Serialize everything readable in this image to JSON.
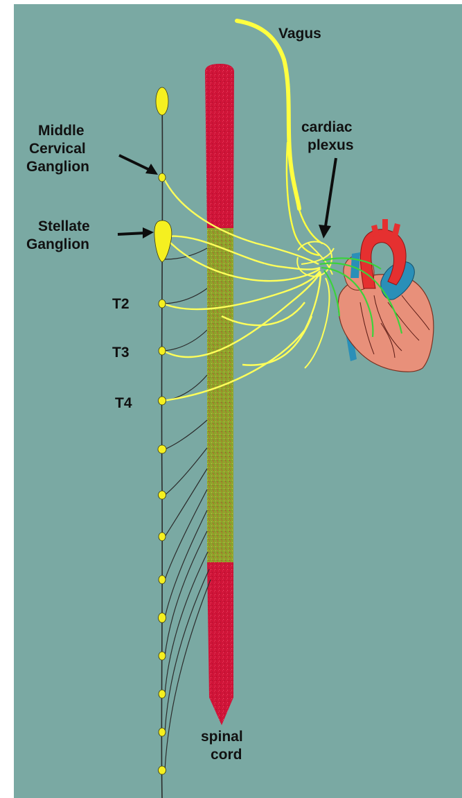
{
  "labels": {
    "vagus": "Vagus",
    "cardiac_plexus_line1": "cardiac",
    "cardiac_plexus_line2": "plexus",
    "middle_cervical_line1": "Middle",
    "middle_cervical_line2": "Cervical",
    "middle_cervical_line3": "Ganglion",
    "stellate_line1": "Stellate",
    "stellate_line2": "Ganglion",
    "t2": "T2",
    "t3": "T3",
    "t4": "T4",
    "spinal_cord_line1": "spinal",
    "spinal_cord_line2": "cord"
  },
  "colors": {
    "background": "#7aa9a3",
    "nerve_yellow": "#ffff5a",
    "ganglion_yellow": "#f5f020",
    "spinal_cord_red": "#d0143a",
    "spinal_cord_thoracic": "#9aaa30",
    "heart_pink": "#e8907a",
    "aorta_red": "#e53030",
    "vessel_blue": "#2a8fb8",
    "parasympathetic_green": "#3cd23c",
    "chain_line": "#2b2b2b"
  }
}
